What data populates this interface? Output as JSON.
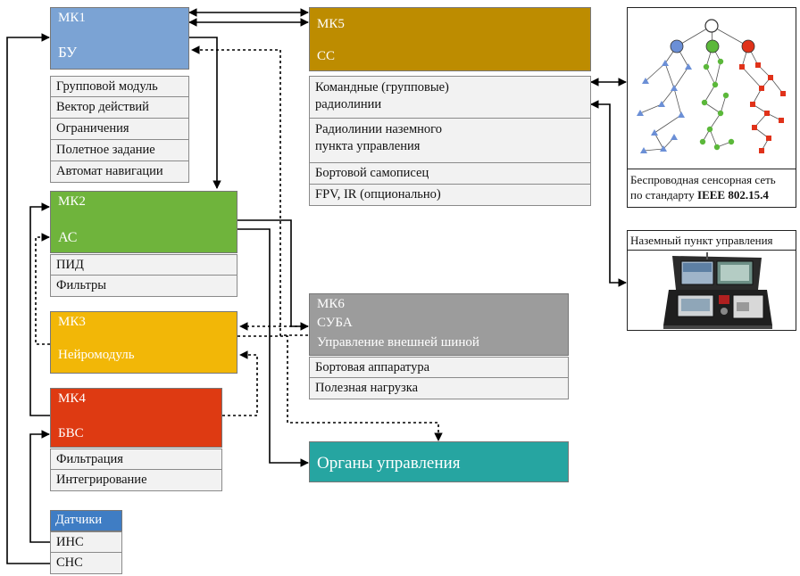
{
  "mk1": {
    "id": "МК1",
    "name": "БУ",
    "rows": [
      "Групповой модуль",
      "Вектор действий",
      "Ограничения",
      "Полетное задание",
      "Автомат навигации"
    ]
  },
  "mk2": {
    "id": "МК2",
    "name": "АС",
    "rows": [
      "ПИД",
      "Фильтры"
    ]
  },
  "mk3": {
    "id": "МК3",
    "name": "Нейромодуль"
  },
  "mk4": {
    "id": "МК4",
    "name": "БВС",
    "rows": [
      "Фильтрация",
      "Интегрирование"
    ]
  },
  "sensors": {
    "title": "Датчики",
    "rows": [
      "ИНС",
      "СНС"
    ]
  },
  "mk5": {
    "id": "МК5",
    "name": "СС",
    "rows": [
      "Командные (групповые) радиолинии",
      "Радиолинии наземного пункта управления",
      "Бортовой самописец",
      "FPV, IR (опционально)"
    ]
  },
  "mk6": {
    "id": "МК6",
    "name": "СУБА",
    "subtitle": "Управление внешней шиной",
    "rows": [
      "Бортовая аппаратура",
      "Полезная нагрузка"
    ]
  },
  "controls": {
    "label": "Органы управления"
  },
  "wsn": {
    "caption_line1": "Беспроводная сенсорная сеть",
    "caption_line2_prefix": "по стандарту ",
    "caption_line2_bold": "IEEE 802.15.4"
  },
  "gcs": {
    "caption": "Наземный пункт управления"
  },
  "colors": {
    "mk1": "#7ba3d4",
    "mk2": "#6fb43c",
    "mk3": "#f2b707",
    "mk4": "#de3a12",
    "sensors": "#3f7dc4",
    "mk5": "#bd8c00",
    "mk6": "#9c9c9c",
    "controls": "#26a5a1"
  }
}
